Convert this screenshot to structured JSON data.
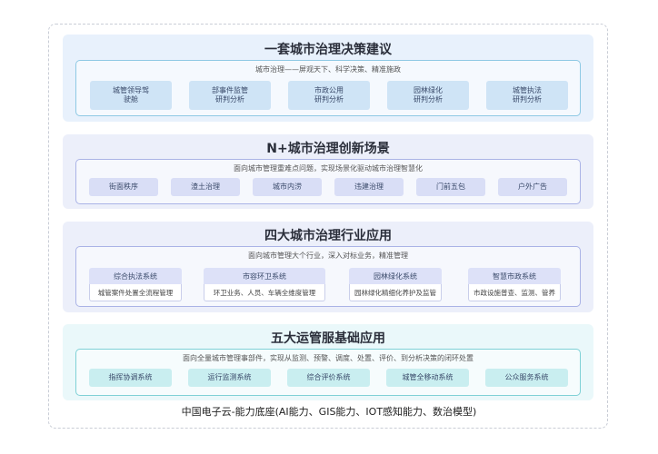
{
  "band1": {
    "title": "一套城市治理决策建议",
    "subtitle": "城市治理——屏观天下、科学决策、精准施政",
    "items": [
      "城管领导驾\n驶舱",
      "部事件监管\n研判分析",
      "市政公用\n研判分析",
      "园林绿化\n研判分析",
      "城管执法\n研判分析"
    ]
  },
  "band2": {
    "title": "N+城市治理创新场景",
    "subtitle": "面向城市管理重难点问题，实现场景化驱动城市治理智慧化",
    "items": [
      "街面秩序",
      "渣土治理",
      "城市内涝",
      "违建治理",
      "门前五包",
      "户外广告"
    ]
  },
  "band3": {
    "title": "四大城市治理行业应用",
    "subtitle": "面向城市管理大个行业，深入对标业务，精准管理",
    "systems": [
      {
        "name": "综合执法系统",
        "desc": "城管案件处置全流程管理"
      },
      {
        "name": "市容环卫系统",
        "desc": "环卫业务、人员、车辆全维度管理"
      },
      {
        "name": "园林绿化系统",
        "desc": "园林绿化精细化养护及监管"
      },
      {
        "name": "智慧市政系统",
        "desc": "市政设施普查、监测、管养"
      }
    ]
  },
  "band4": {
    "title": "五大运管服基础应用",
    "subtitle": "面向全量城市管理事部件，实现从监测、预警、调度、处置、评价、到分析决策的闭环处置",
    "items": [
      "指挥协调系统",
      "运行监测系统",
      "综合评价系统",
      "城管全移动系统",
      "公众服务系统"
    ]
  },
  "footer": "中国电子云-能力底座(AI能力、GIS能力、IOT感知能力、数治模型)",
  "colors": {
    "band1_bg": "#e8f1fc",
    "band1_border": "#8ec9e4",
    "band1_chip": "#cfe4f6",
    "band2_bg": "#eceffa",
    "band2_border": "#aab3e6",
    "band2_chip": "#d9def6",
    "band3_bg": "#eceffa",
    "band3_border": "#aab3e6",
    "band3_chip": "#dde1f8",
    "band4_bg": "#eaf8fa",
    "band4_border": "#7fd1d6",
    "band4_chip": "#c9eef0"
  }
}
